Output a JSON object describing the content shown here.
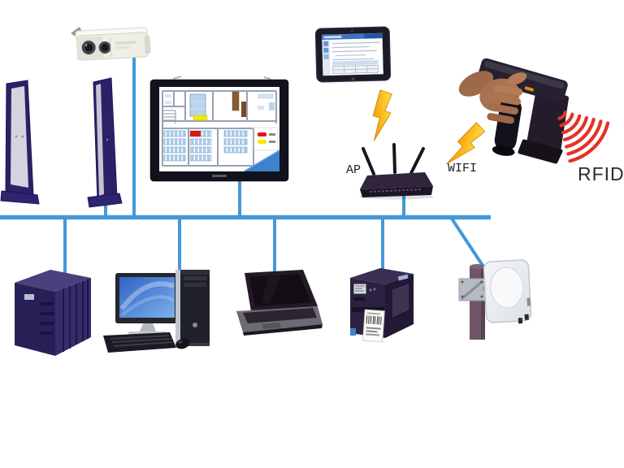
{
  "diagram": {
    "labels": {
      "ap": "AP",
      "wifi": "WIFI",
      "rfid": "RFID"
    },
    "colors": {
      "background": "#ffffff",
      "network_line": "#4598d8",
      "lightning_yellow": "#ffe13a",
      "lightning_orange": "#f59b0b",
      "rfid_wave_red": "#e23327",
      "device_dark_purple": "#2a2154",
      "floorplan_alert_red": "#dd1616",
      "floorplan_alert_yellow": "#f0e80c",
      "label_text": "#1f1f1f"
    },
    "icons": [
      "security-gate-left-icon",
      "security-gate-right-icon",
      "cctv-camera-icon",
      "floorplan-monitor-icon",
      "tablet-icon",
      "lightning-bolt-icon",
      "ap-router-icon",
      "handheld-rfid-reader-icon",
      "rfid-wave-icon",
      "server-tower-icon",
      "desktop-computer-icon",
      "laptop-icon",
      "label-printer-icon",
      "rfid-antenna-icon",
      "network-bus-line"
    ]
  }
}
